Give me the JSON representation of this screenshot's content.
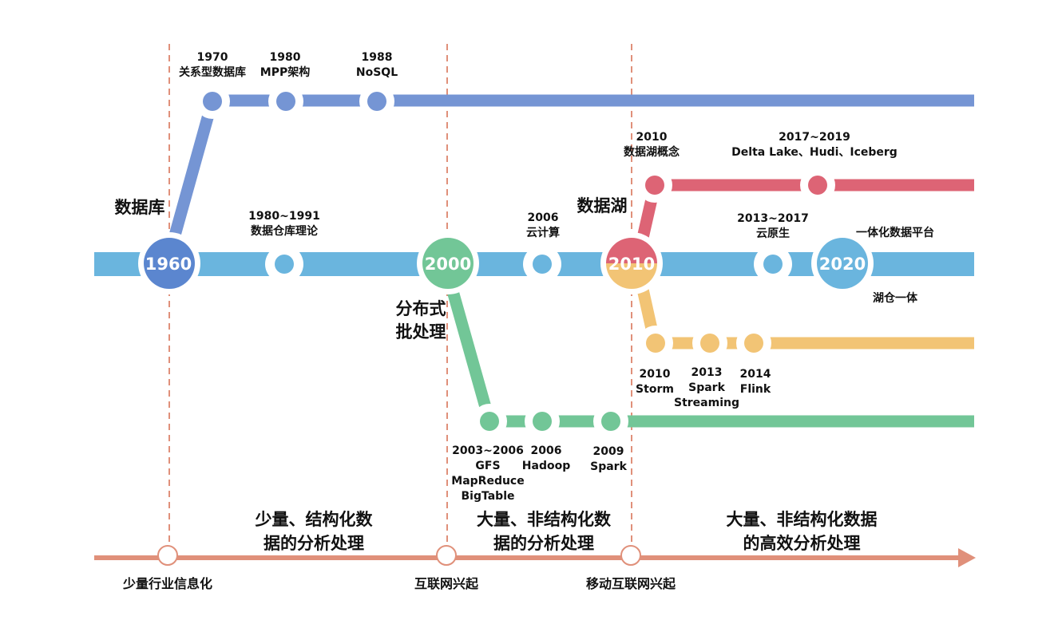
{
  "hub_years": {
    "y1960": "1960",
    "y2000": "2000",
    "y2010": "2010",
    "y2020": "2020"
  },
  "tracks": {
    "database": {
      "label": "数据库",
      "color": "#7595d4",
      "events": [
        {
          "year": "1970",
          "name": "关系型数据库"
        },
        {
          "year": "1980",
          "name": "MPP架构"
        },
        {
          "year": "1988",
          "name": "NoSQL"
        }
      ]
    },
    "main": {
      "color": "#6ab5de",
      "events": [
        {
          "year": "1980~1991",
          "name": "数据仓库理论"
        },
        {
          "year": "2006",
          "name": "云计算"
        },
        {
          "year": "2013~2017",
          "name": "云原生"
        }
      ],
      "notes": {
        "platform": "一体化数据平台",
        "lakehouse": "湖仓一体"
      }
    },
    "distributed": {
      "label": [
        "分布式",
        "批处理"
      ],
      "color": "#72c697",
      "events": [
        {
          "lines": [
            "2003~2006",
            "GFS",
            "MapReduce",
            "BigTable"
          ]
        },
        {
          "lines": [
            "2006",
            "Hadoop"
          ]
        },
        {
          "lines": [
            "2009",
            "Spark"
          ]
        }
      ]
    },
    "lake": {
      "label": "数据湖",
      "color": "#dd6475",
      "events": [
        {
          "year": "2010",
          "name": "数据湖概念"
        },
        {
          "year": "2017~2019",
          "name": "Delta Lake、Hudi、Iceberg"
        }
      ]
    },
    "streaming": {
      "color": "#f2c475",
      "events": [
        {
          "lines": [
            "2010",
            "Storm"
          ]
        },
        {
          "lines": [
            "2013",
            "Spark",
            "Streaming"
          ]
        },
        {
          "lines": [
            "2014",
            "Flink"
          ]
        }
      ]
    }
  },
  "eras": [
    [
      "少量、结构化数",
      "据的分析处理"
    ],
    [
      "大量、非结构化数",
      "据的分析处理"
    ],
    [
      "大量、非结构化数据",
      "的高效分析处理"
    ]
  ],
  "milestones": [
    "少量行业信息化",
    "互联网兴起",
    "移动互联网兴起"
  ],
  "colors": {
    "axis": "#e0907a",
    "divider": "#e0907a",
    "hub_1960": "#5b86cf"
  }
}
